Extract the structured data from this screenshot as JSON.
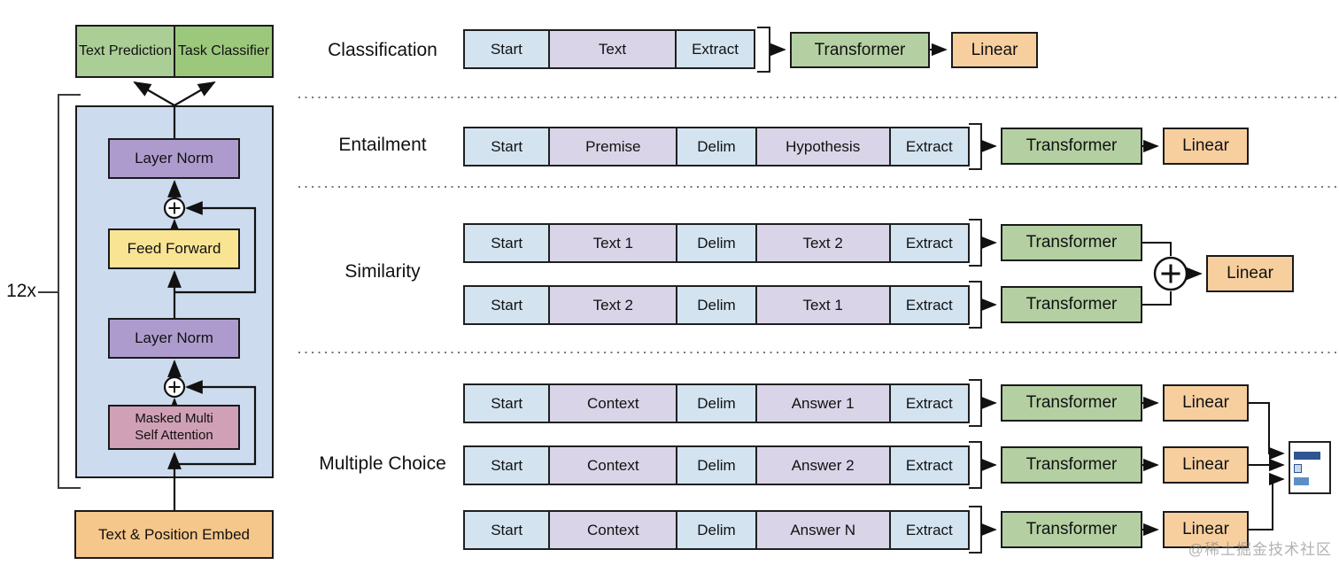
{
  "colors": {
    "token_blue": "#d3e3f0",
    "content_lavender": "#d9d4e7",
    "transformer_green": "#b4d0a2",
    "linear_orange": "#f7cf9f",
    "decoder_bg": "#ccdcee",
    "layer_norm_purple": "#ae9bce",
    "feed_forward_yellow": "#f9e494",
    "attention_pink": "#d0a0b6",
    "embed_orange": "#f6c78b",
    "text_prediction_green": "#abce96",
    "task_classifier_green": "#9cc87c",
    "bar_dark": "#2e5591",
    "bar_light": "#c6d9ec",
    "bar_mid": "#5c8fc7"
  },
  "icons": {
    "add": "+"
  },
  "decoder": {
    "repeat_label": "12x",
    "text_prediction": "Text Prediction",
    "task_classifier": "Task Classifier",
    "layer_norm_top": "Layer Norm",
    "feed_forward": "Feed Forward",
    "layer_norm_bottom": "Layer Norm",
    "masked_attention_line1": "Masked Multi",
    "masked_attention_line2": "Self Attention",
    "embed": "Text & Position Embed"
  },
  "tasks": {
    "classification": {
      "label": "Classification",
      "row": {
        "start": "Start",
        "text": "Text",
        "extract": "Extract"
      },
      "transformer": "Transformer",
      "linear": "Linear"
    },
    "entailment": {
      "label": "Entailment",
      "row": {
        "start": "Start",
        "a": "Premise",
        "delim": "Delim",
        "b": "Hypothesis",
        "extract": "Extract"
      },
      "transformer": "Transformer",
      "linear": "Linear"
    },
    "similarity": {
      "label": "Similarity",
      "row1": {
        "start": "Start",
        "a": "Text 1",
        "delim": "Delim",
        "b": "Text 2",
        "extract": "Extract"
      },
      "row2": {
        "start": "Start",
        "a": "Text 2",
        "delim": "Delim",
        "b": "Text 1",
        "extract": "Extract"
      },
      "transformer1": "Transformer",
      "transformer2": "Transformer",
      "linear": "Linear"
    },
    "multiple_choice": {
      "label": "Multiple Choice",
      "row1": {
        "start": "Start",
        "a": "Context",
        "delim": "Delim",
        "b": "Answer 1",
        "extract": "Extract"
      },
      "row2": {
        "start": "Start",
        "a": "Context",
        "delim": "Delim",
        "b": "Answer 2",
        "extract": "Extract"
      },
      "row3": {
        "start": "Start",
        "a": "Context",
        "delim": "Delim",
        "b": "Answer N",
        "extract": "Extract"
      },
      "transformer1": "Transformer",
      "transformer2": "Transformer",
      "transformer3": "Transformer",
      "linear1": "Linear",
      "linear2": "Linear",
      "linear3": "Linear"
    }
  },
  "watermark": "@稀土掘金技术社区"
}
